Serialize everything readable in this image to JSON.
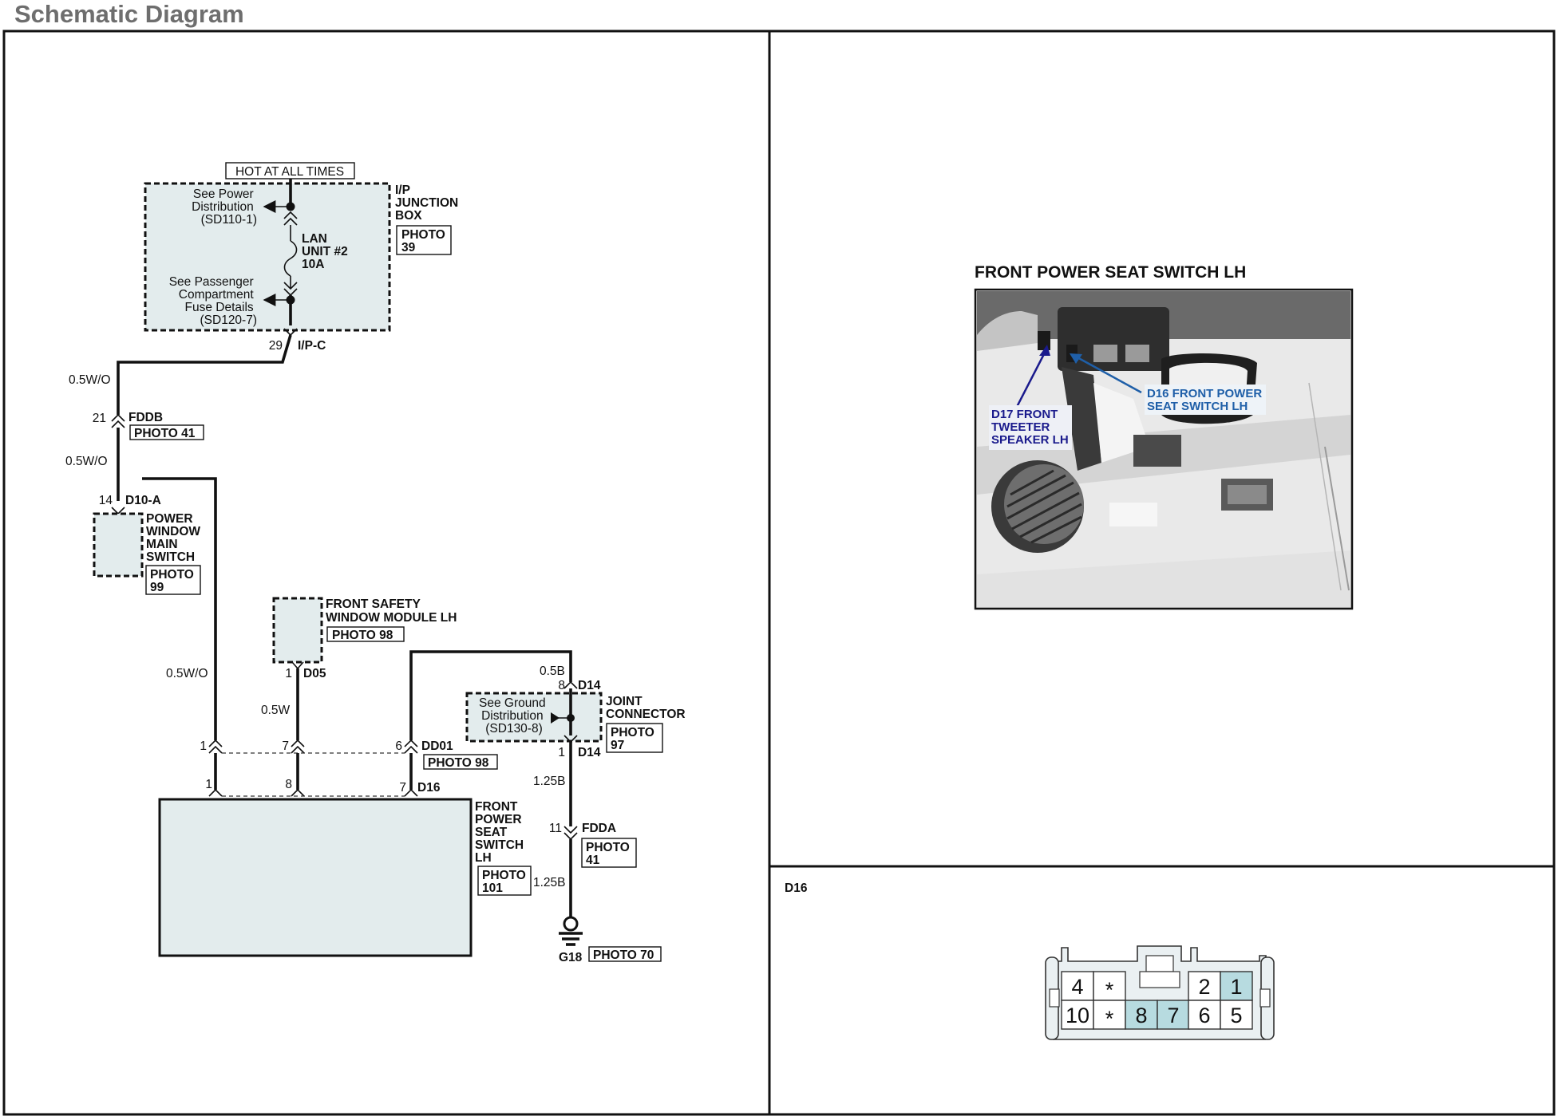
{
  "page": {
    "title": "Schematic Diagram"
  },
  "junction_box": {
    "hot_label": "HOT AT ALL TIMES",
    "name": [
      "I/P",
      "JUNCTION",
      "BOX"
    ],
    "photo": [
      "PHOTO",
      "39"
    ],
    "power_dist": [
      "See Power",
      "Distribution",
      "(SD110-1)"
    ],
    "fuse": [
      "LAN",
      "UNIT #2",
      "10A"
    ],
    "passenger_fuse": [
      "See Passenger",
      "Compartment",
      "Fuse Details",
      "(SD120-7)"
    ],
    "connector_pin": "29",
    "connector_id": "I/P-C"
  },
  "wires": {
    "w1": "0.5W/O",
    "w2": "0.5W/O",
    "w3": "0.5W/O",
    "w4": "0.5W",
    "w5": "0.5B",
    "w6": "1.25B",
    "w7": "1.25B"
  },
  "fddb": {
    "pin": "21",
    "id": "FDDB",
    "photo": "PHOTO 41"
  },
  "window_switch": {
    "pin": "14",
    "id": "D10-A",
    "name": [
      "POWER",
      "WINDOW",
      "MAIN",
      "SWITCH"
    ],
    "photo": [
      "PHOTO",
      "99"
    ]
  },
  "safety_module": {
    "name": [
      "FRONT SAFETY",
      "WINDOW MODULE LH"
    ],
    "photo": "PHOTO 98",
    "pin": "1",
    "id": "D05"
  },
  "dd01": {
    "pin_a": "1",
    "pin_b": "7",
    "pin_c": "6",
    "id": "DD01",
    "photo": "PHOTO 98"
  },
  "d16": {
    "pin_a": "1",
    "pin_b": "8",
    "pin_c": "7",
    "id": "D16"
  },
  "seat_switch": {
    "name": [
      "FRONT",
      "POWER",
      "SEAT",
      "SWITCH",
      "LH"
    ],
    "photo": [
      "PHOTO",
      "101"
    ]
  },
  "joint": {
    "top_pin": "8",
    "top_id": "D14",
    "bottom_pin": "1",
    "bottom_id": "D14",
    "ground_dist": [
      "See Ground",
      "Distribution",
      "(SD130-8)"
    ],
    "name": [
      "JOINT",
      "CONNECTOR"
    ],
    "photo": [
      "PHOTO",
      "97"
    ]
  },
  "fdda": {
    "pin": "11",
    "id": "FDDA",
    "photo": [
      "PHOTO",
      "41"
    ]
  },
  "ground": {
    "id": "G18",
    "photo": "PHOTO 70"
  },
  "photo_panel": {
    "title": "FRONT POWER SEAT SWITCH LH",
    "callout_d16": [
      "D16 FRONT POWER",
      "SEAT SWITCH LH"
    ],
    "callout_d17": [
      "D17 FRONT",
      "TWEETER",
      "SPEAKER LH"
    ]
  },
  "connector_panel": {
    "label": "D16",
    "row1": [
      "4",
      "*",
      "",
      "",
      "2",
      "1"
    ],
    "row2": [
      "10",
      "*",
      "8",
      "7",
      "6",
      "5"
    ],
    "highlighted": [
      "1",
      "8",
      "7"
    ],
    "highlight_color": "#b7dbe0"
  },
  "colors": {
    "box_fill": "#e3eced",
    "callout_d16": "#1f5fa8",
    "callout_d17": "#1a1a8c"
  }
}
